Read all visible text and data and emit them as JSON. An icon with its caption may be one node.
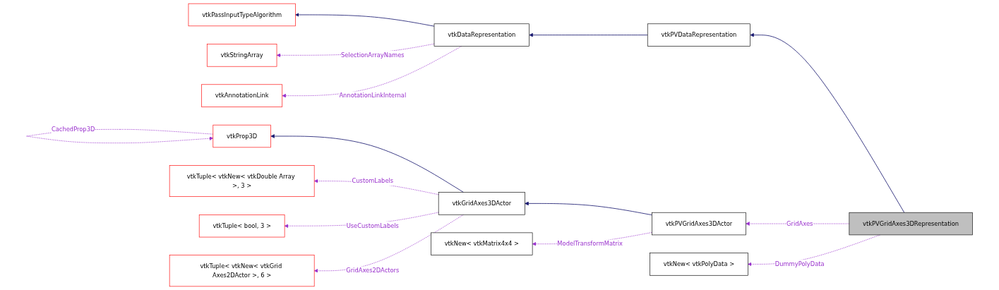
{
  "diagram": {
    "nodes": [
      {
        "text": [
          "vtkPassInputTypeAlgorithm"
        ]
      },
      {
        "text": [
          "vtkStringArray"
        ]
      },
      {
        "text": [
          "vtkAnnotationLink"
        ]
      },
      {
        "text": [
          "vtkProp3D"
        ]
      },
      {
        "text": [
          "vtkTuple< vtkNew< vtkDouble Array >, 3 >"
        ]
      },
      {
        "text": [
          "vtkTuple< bool, 3 >"
        ]
      },
      {
        "text": [
          "vtkTuple< vtkNew< vtkGrid Axes2DActor >, 6 >"
        ]
      },
      {
        "text": [
          "vtkDataRepresentation"
        ]
      },
      {
        "text": [
          "vtkGridAxes3DActor"
        ]
      },
      {
        "text": [
          "vtkNew< vtkMatrix4x4 >"
        ]
      },
      {
        "text": [
          "vtkPVDataRepresentation"
        ]
      },
      {
        "text": [
          "vtkPVGridAxes3DActor"
        ]
      },
      {
        "text": [
          "vtkNew< vtkPolyData >"
        ]
      },
      {
        "text": [
          "vtkPVGridAxes3DRepresentation"
        ]
      }
    ],
    "edges": [
      {
        "from": 7,
        "to": 0,
        "arrow": "to",
        "color": "#191970"
      },
      {
        "from": 7,
        "to": 1,
        "arrow": "to",
        "label": "SelectionArrayNames",
        "style": "dashed"
      },
      {
        "from": 7,
        "to": 2,
        "arrow": "to",
        "label": "AnnotationLinkInternal",
        "style": "dashed"
      },
      {
        "from": 3,
        "to": 3,
        "arrow": "to",
        "label": "CachedProp3D",
        "style": "dashed"
      },
      {
        "from": 8,
        "to": 3,
        "arrow": "to",
        "color": "#191970"
      },
      {
        "from": 8,
        "to": 4,
        "arrow": "to",
        "label": "CustomLabels",
        "style": "dashed"
      },
      {
        "from": 8,
        "to": 5,
        "arrow": "to",
        "label": "UseCustomLabels",
        "style": "dashed"
      },
      {
        "from": 8,
        "to": 6,
        "arrow": "to",
        "label": "GridAxes2DActors",
        "style": "dashed"
      },
      {
        "from": 10,
        "to": 7,
        "arrow": "to",
        "color": "#191970"
      },
      {
        "from": 11,
        "to": 8,
        "arrow": "to",
        "color": "#191970"
      },
      {
        "from": 11,
        "to": 9,
        "arrow": "to",
        "label": "ModelTransformMatrix",
        "style": "dashed"
      },
      {
        "from": 13,
        "to": 10,
        "arrow": "to",
        "color": "#191970"
      },
      {
        "from": 13,
        "to": 11,
        "arrow": "to",
        "label": "GridAxes",
        "style": "dashed"
      },
      {
        "from": 13,
        "to": 12,
        "arrow": "to",
        "label": "DummyPolyData",
        "style": "dashed"
      }
    ]
  }
}
